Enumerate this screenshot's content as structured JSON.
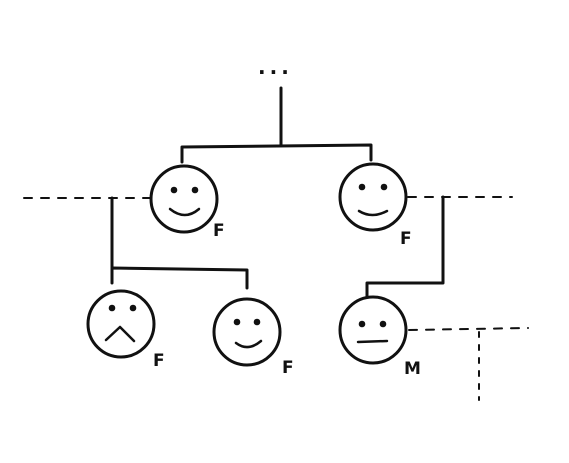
{
  "diagram": {
    "top_ellipsis": "...",
    "people": [
      {
        "id": "gen1-left",
        "sex": "F",
        "expression": "smile"
      },
      {
        "id": "gen1-right",
        "sex": "F",
        "expression": "smile"
      },
      {
        "id": "gen2-left",
        "sex": "F",
        "expression": "frown"
      },
      {
        "id": "gen2-middle",
        "sex": "F",
        "expression": "smile"
      },
      {
        "id": "gen2-right",
        "sex": "M",
        "expression": "neutral"
      }
    ]
  }
}
